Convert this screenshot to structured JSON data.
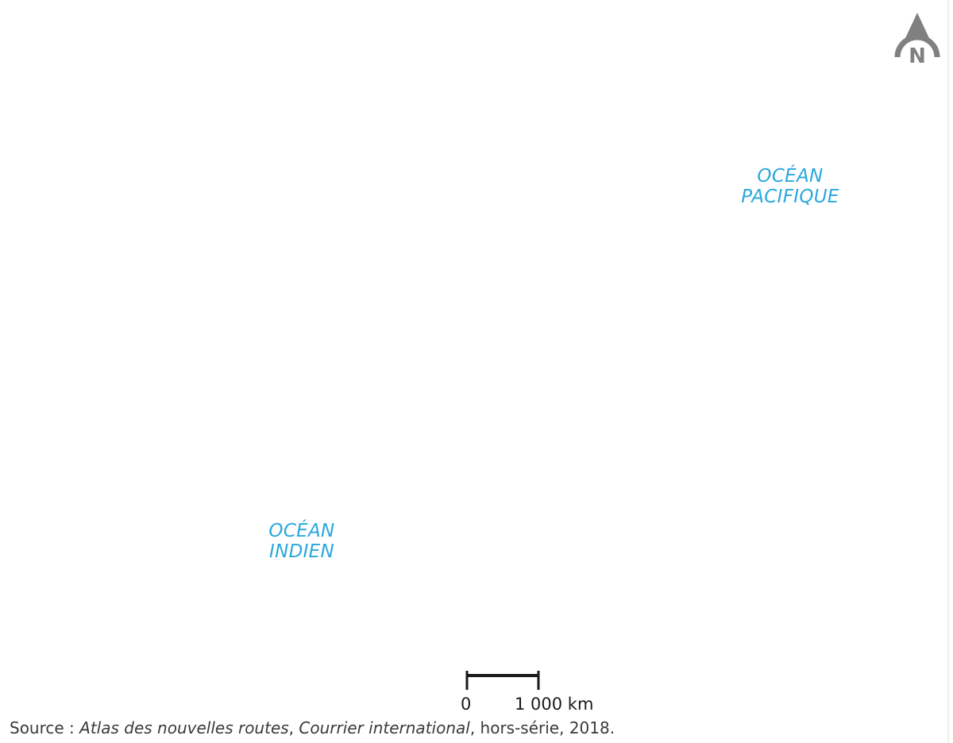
{
  "map": {
    "north_label": "N",
    "north_color": "#808080",
    "ocean_color": "#29a8dc",
    "oceans": {
      "pacific": [
        "OCÉAN",
        "PACIFIQUE"
      ],
      "indian": [
        "OCÉAN",
        "INDIEN"
      ]
    },
    "scale": {
      "start": "0",
      "end": "1 000 km"
    },
    "source": {
      "prefix": "Source : ",
      "title": "Atlas des nouvelles routes",
      "sep1": ", ",
      "publisher": "Courrier international",
      "rest": ", hors-série, 2018."
    }
  }
}
